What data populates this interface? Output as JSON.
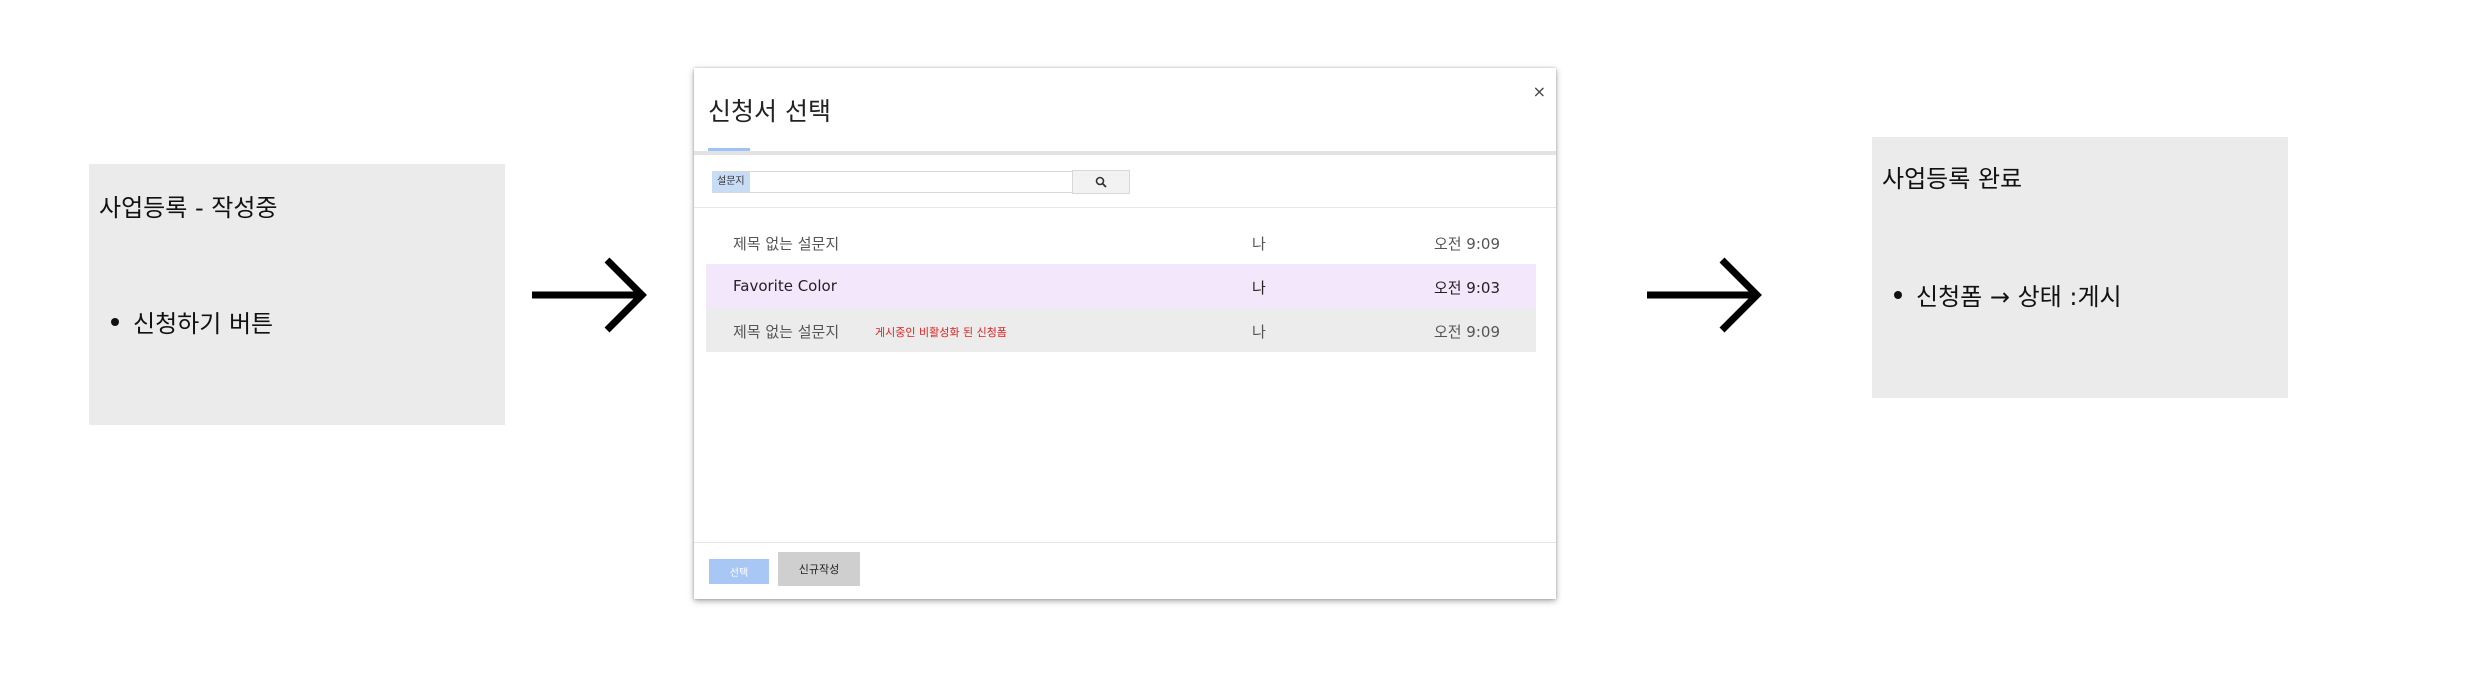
{
  "left_box": {
    "title": "사업등록 - 작성중",
    "bullet": "신청하기 버튼"
  },
  "right_box": {
    "title": "사업등록 완료",
    "bullet": "신청폼 → 상태 :게시"
  },
  "dialog": {
    "title": "신청서 선택",
    "close_label": "×",
    "search": {
      "chip_label": "설문지",
      "value": "",
      "button_icon": "search-icon"
    },
    "rows": [
      {
        "title": "제목 없는 설문지",
        "note": "",
        "owner": "나",
        "time": "오전 9:09",
        "state": "normal"
      },
      {
        "title": "Favorite Color",
        "note": "",
        "owner": "나",
        "time": "오전 9:03",
        "state": "selected"
      },
      {
        "title": "제목 없는 설문지",
        "note": "게시중인 비활성화 된 신청폼",
        "owner": "나",
        "time": "오전 9:09",
        "state": "disabled"
      }
    ],
    "footer": {
      "select_label": "선택",
      "new_label": "신규작성"
    }
  },
  "colors": {
    "box_bg": "#ebebeb",
    "selected_row": "#f3e7fc",
    "disabled_row": "#ececec",
    "note_red": "#e02020",
    "primary_button": "#a8c7f5",
    "secondary_button": "#cfcfcf"
  }
}
